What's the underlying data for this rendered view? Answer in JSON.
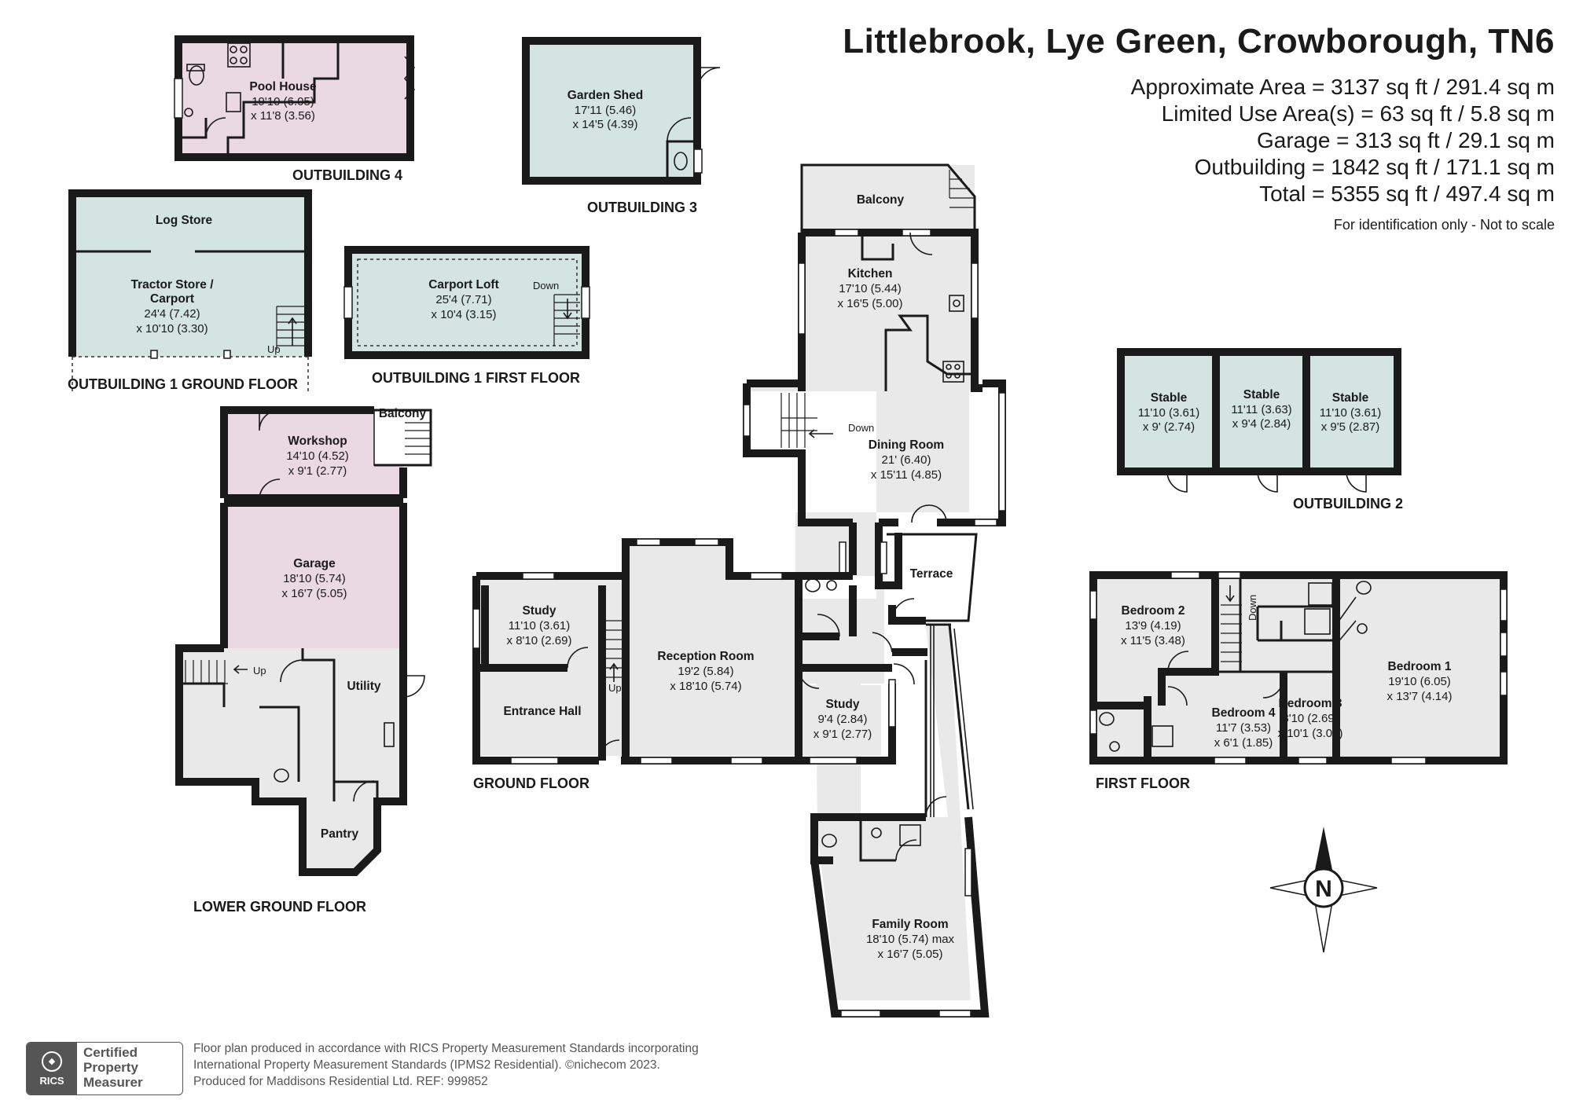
{
  "header": {
    "title": "Littlebrook, Lye Green, Crowborough, TN6",
    "areas": [
      "Approximate Area = 3137 sq ft / 291.4 sq m",
      "Limited Use Area(s) = 63 sq ft / 5.8 sq m",
      "Garage = 313 sq ft / 29.1 sq m",
      "Outbuilding = 1842 sq ft / 171.1 sq m",
      "Total = 5355 sq ft / 497.4 sq m"
    ],
    "identification": "For identification only - Not to scale"
  },
  "sections": {
    "outbuilding4": "OUTBUILDING 4",
    "outbuilding3": "OUTBUILDING 3",
    "outbuilding1_ground": "OUTBUILDING 1 GROUND FLOOR",
    "outbuilding1_first": "OUTBUILDING 1 FIRST FLOOR",
    "outbuilding2": "OUTBUILDING 2",
    "ground_floor": "GROUND FLOOR",
    "first_floor": "FIRST FLOOR",
    "lower_ground_floor": "LOWER GROUND FLOOR"
  },
  "rooms": {
    "pool_house": {
      "name": "Pool House",
      "dim1": "19'10 (6.05)",
      "dim2": "x 11'8 (3.56)"
    },
    "garden_shed": {
      "name": "Garden Shed",
      "dim1": "17'11 (5.46)",
      "dim2": "x 14'5 (4.39)"
    },
    "log_store": {
      "name": "Log Store"
    },
    "tractor_store": {
      "name1": "Tractor Store /",
      "name2": "Carport",
      "dim1": "24'4 (7.42)",
      "dim2": "x 10'10 (3.30)"
    },
    "carport_loft": {
      "name": "Carport Loft",
      "dim1": "25'4 (7.71)",
      "dim2": "x 10'4 (3.15)"
    },
    "balcony_top": {
      "name": "Balcony"
    },
    "kitchen": {
      "name": "Kitchen",
      "dim1": "17'10 (5.44)",
      "dim2": "x 16'5 (5.00)"
    },
    "dining_room": {
      "name": "Dining Room",
      "dim1": "21' (6.40)",
      "dim2": "x 15'11 (4.85)"
    },
    "stable1": {
      "name": "Stable",
      "dim1": "11'10 (3.61)",
      "dim2": "x 9' (2.74)"
    },
    "stable2": {
      "name": "Stable",
      "dim1": "11'11 (3.63)",
      "dim2": "x 9'4 (2.84)"
    },
    "stable3": {
      "name": "Stable",
      "dim1": "11'10 (3.61)",
      "dim2": "x 9'5 (2.87)"
    },
    "workshop": {
      "name": "Workshop",
      "dim1": "14'10 (4.52)",
      "dim2": "x 9'1 (2.77)"
    },
    "balcony_workshop": {
      "name": "Balcony"
    },
    "garage": {
      "name": "Garage",
      "dim1": "18'10 (5.74)",
      "dim2": "x 16'7 (5.05)"
    },
    "utility": {
      "name": "Utility"
    },
    "pantry": {
      "name": "Pantry"
    },
    "terrace": {
      "name": "Terrace"
    },
    "study_left": {
      "name": "Study",
      "dim1": "11'10 (3.61)",
      "dim2": "x 8'10 (2.69)"
    },
    "entrance_hall": {
      "name": "Entrance Hall"
    },
    "reception_room": {
      "name": "Reception Room",
      "dim1": "19'2 (5.84)",
      "dim2": "x 18'10 (5.74)"
    },
    "study_right": {
      "name": "Study",
      "dim1": "9'4 (2.84)",
      "dim2": "x 9'1 (2.77)"
    },
    "family_room": {
      "name": "Family Room",
      "dim1": "18'10 (5.74) max",
      "dim2": "x 16'7 (5.05)"
    },
    "bedroom1": {
      "name": "Bedroom 1",
      "dim1": "19'10 (6.05)",
      "dim2": "x 13'7 (4.14)"
    },
    "bedroom2": {
      "name": "Bedroom 2",
      "dim1": "13'9 (4.19)",
      "dim2": "x 11'5 (3.48)"
    },
    "bedroom3": {
      "name": "Bedroom 3",
      "dim1": "8'10 (2.69)",
      "dim2": "x 10'1 (3.07)"
    },
    "bedroom4": {
      "name": "Bedroom 4",
      "dim1": "11'7 (3.53)",
      "dim2": "x 6'1 (1.85)"
    }
  },
  "stair_labels": {
    "up": "Up",
    "down": "Down"
  },
  "compass": {
    "letter": "N"
  },
  "footer": {
    "rics_word": "RICS",
    "cert_line1": "Certified",
    "cert_line2": "Property",
    "cert_line3": "Measurer",
    "line1": "Floor plan produced in accordance with RICS Property Measurement Standards incorporating",
    "line2": "International Property Measurement Standards (IPMS2 Residential).   ©nichecom 2023.",
    "line3": "Produced for Maddisons Residential Ltd.   REF:  999852"
  }
}
